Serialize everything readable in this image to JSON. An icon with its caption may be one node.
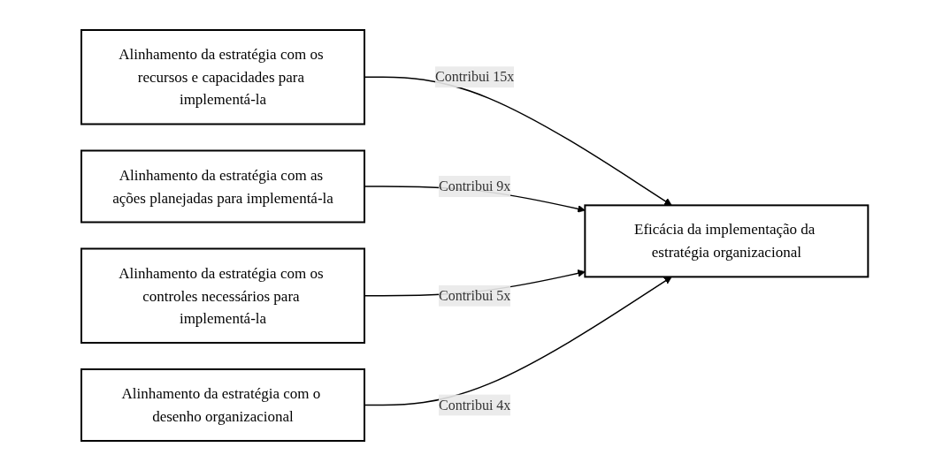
{
  "diagram": {
    "nodes": [
      {
        "text": [
          "Alinhamento da estratégia com os recursos e capacidades para implementá-la"
        ]
      },
      {
        "text": [
          "Alinhamento da estratégia com as ações planejadas para implementá-la"
        ]
      },
      {
        "text": [
          "Alinhamento da estratégia com os controles necessários para implementá-la"
        ]
      },
      {
        "text": [
          "Alinhamento da estratégia com o desenho organizacional"
        ]
      },
      {
        "text": [
          "Eficácia da implementação da estratégia organizacional"
        ]
      }
    ],
    "edges": [
      {
        "from": 0,
        "to": 4,
        "arrow": "to",
        "label": "Contribui 15x"
      },
      {
        "from": 1,
        "to": 4,
        "arrow": "to",
        "label": "Contribui 9x"
      },
      {
        "from": 2,
        "to": 4,
        "arrow": "to",
        "label": "Contribui 5x"
      },
      {
        "from": 3,
        "to": 4,
        "arrow": "to",
        "label": "Contribui 4x"
      }
    ]
  }
}
